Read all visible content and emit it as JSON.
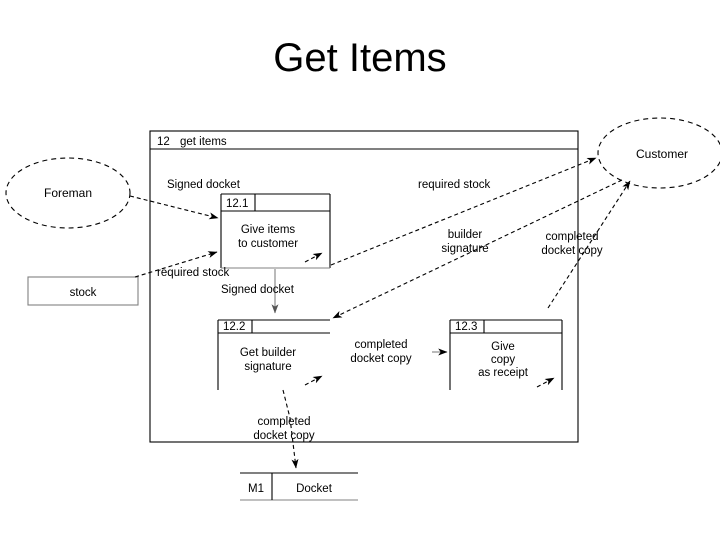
{
  "slide": {
    "title": "Get Items"
  },
  "diagram": {
    "type": "data-flow-diagram",
    "boundary": {
      "header_id": "12",
      "header_label": "get items"
    },
    "external_entities": [
      {
        "id": "foreman",
        "label": "Foreman",
        "shape": "ellipse"
      },
      {
        "id": "customer",
        "label": "Customer",
        "shape": "ellipse"
      }
    ],
    "data_stores": [
      {
        "id": "stock",
        "label": "stock",
        "shape": "rect"
      },
      {
        "id": "m1",
        "ref": "M1",
        "label": "Docket",
        "shape": "open-rect"
      }
    ],
    "processes": [
      {
        "id": "12.1",
        "line1": "Give items",
        "line2": "to customer"
      },
      {
        "id": "12.2",
        "line1": "Get builder",
        "line2": "signature"
      },
      {
        "id": "12.3",
        "line1": "Give",
        "line2": "copy",
        "line3": "as receipt"
      }
    ],
    "flows": [
      {
        "id": "f1",
        "label": "Signed docket",
        "from": "Foreman",
        "to": "12.1"
      },
      {
        "id": "f2",
        "label": "required stock",
        "from": "stock",
        "to": "12.1"
      },
      {
        "id": "f3",
        "label": "required stock",
        "from": "12.1",
        "to": "Customer"
      },
      {
        "id": "f4",
        "label": "Signed docket",
        "from": "12.1",
        "to": "12.2"
      },
      {
        "id": "f5",
        "label": "builder signature",
        "line1": "builder",
        "line2": "signature",
        "from": "Customer",
        "to": "12.2"
      },
      {
        "id": "f6",
        "label": "completed docket copy",
        "line1": "completed",
        "line2": "docket copy",
        "from": "12.2",
        "to": "12.3"
      },
      {
        "id": "f7",
        "label": "completed docket copy",
        "line1": "completed",
        "line2": "docket copy",
        "from": "12.3",
        "to": "Customer"
      },
      {
        "id": "f8",
        "label": "completed docket copy",
        "line1": "completed",
        "line2": "docket copy",
        "from": "12.2",
        "to": "M1 Docket"
      }
    ]
  }
}
